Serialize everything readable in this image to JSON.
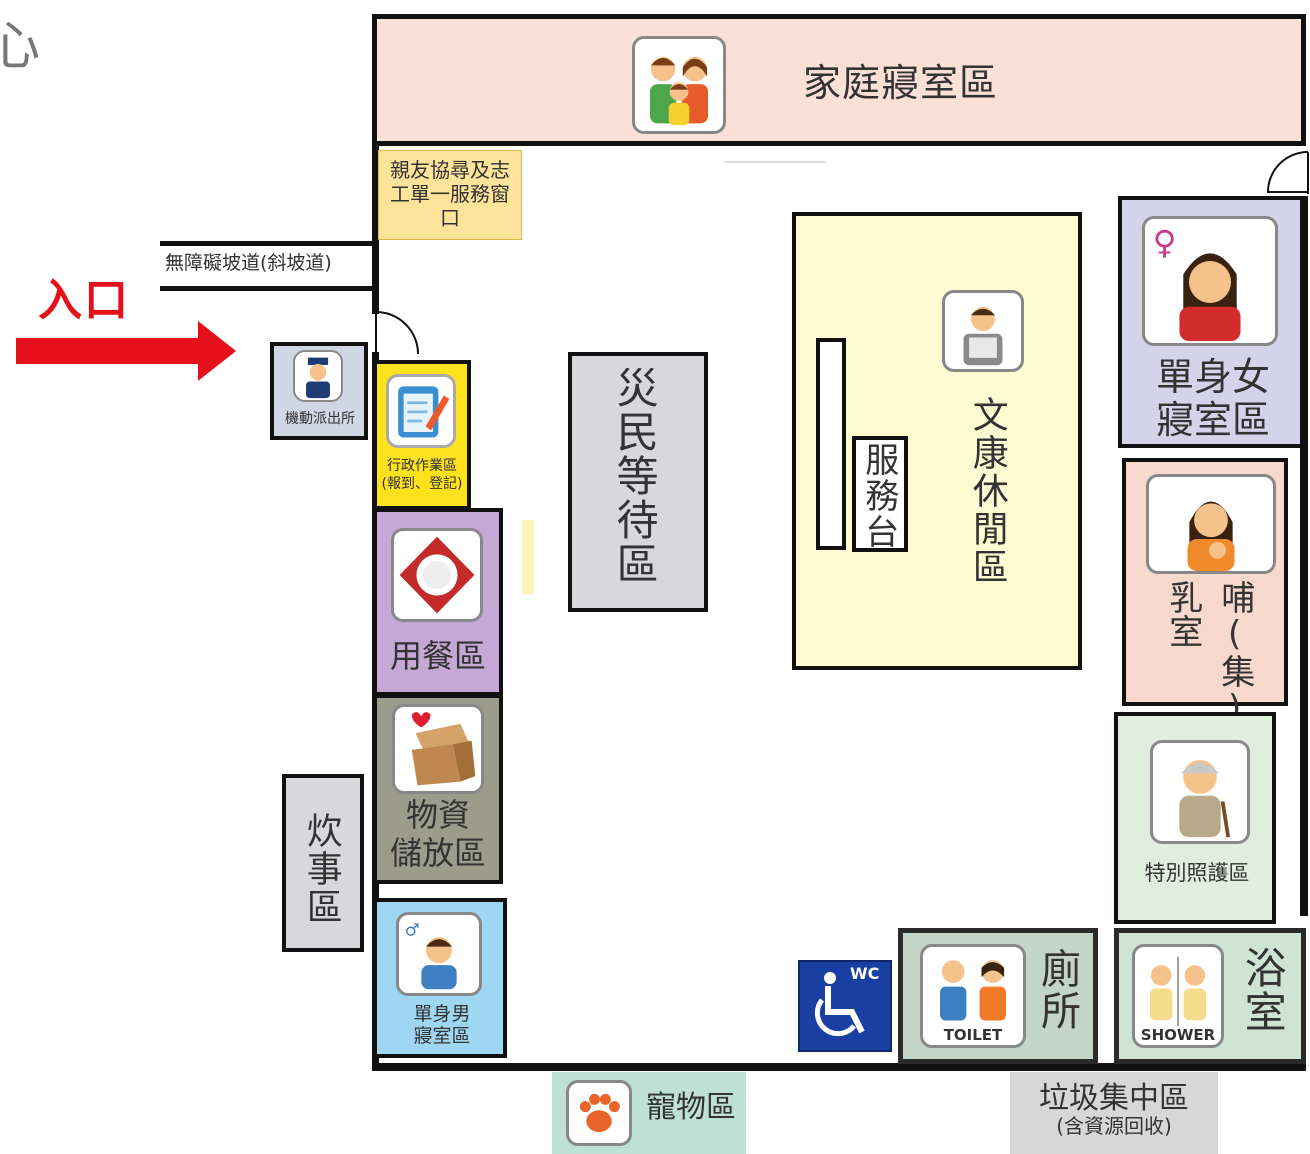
{
  "top_left_fragment": "心",
  "entrance": {
    "label": "入口",
    "color": "#e5101a"
  },
  "ramp": {
    "label": "無障礙坡道(斜坡道)"
  },
  "volunteer_window": {
    "label": "親友協尋及志工單一服務窗口",
    "bg": "#fde49a"
  },
  "zones": {
    "family_room": {
      "label": "家庭寢室區",
      "bg": "#fbe0d8",
      "icon": "family-icon"
    },
    "police_post": {
      "label": "機動派出所",
      "icon": "police-officer-icon"
    },
    "admin_area": {
      "label_line1": "行政作業區",
      "label_line2": "(報到、登記)",
      "bg": "#ffe11d",
      "icon": "clipboard-icon"
    },
    "dining_area": {
      "label": "用餐區",
      "bg": "#c5a8d6",
      "icon": "dining-plate-icon"
    },
    "supply_storage": {
      "label_line1": "物資",
      "label_line2": "儲放區",
      "bg": "#9c9c8c",
      "icon": "supply-boxes-icon"
    },
    "cooking_area": {
      "label": "炊事區",
      "bg": "#d8d8dc"
    },
    "single_male": {
      "label_line1": "單身男",
      "label_line2": "寢室區",
      "bg": "#9fd6f1",
      "icon": "male-person-icon"
    },
    "evacuee_waiting": {
      "label": "災民等待區",
      "bg": "#d7d7dc"
    },
    "service_desk": {
      "label": "服務台"
    },
    "recreation_area": {
      "label": "文康休閒區",
      "bg": "#fdfbd2",
      "icon": "reading-person-icon"
    },
    "single_female": {
      "label_line1": "單身女",
      "label_line2": "寢室區",
      "bg": "#d4d3ea",
      "icon": "female-person-icon"
    },
    "nursing_room": {
      "label_col1": "哺(集)",
      "label_col2": "乳室",
      "bg": "#f8d9cd",
      "icon": "breastfeeding-icon"
    },
    "special_care": {
      "label": "特別照護區",
      "bg": "#dfeedd",
      "icon": "elderly-person-icon"
    },
    "accessible_wc": {
      "label": "WC",
      "bg": "#1a3fa3",
      "icon": "wheelchair-icon"
    },
    "toilet": {
      "label": "廁所",
      "icon_text": "TOILET",
      "bg": "#c4d4c8",
      "icon": "toilet-people-icon"
    },
    "shower": {
      "label": "浴室",
      "icon_text": "SHOWER",
      "bg": "#cfe4d2",
      "icon": "shower-people-icon"
    },
    "pet_area": {
      "label": "寵物區",
      "bg": "#bfe0d4",
      "icon": "paw-icon"
    },
    "garbage_area": {
      "label_line1": "垃圾集中區",
      "label_line2": "(含資源回收)",
      "bg": "#d7d7d7"
    }
  }
}
